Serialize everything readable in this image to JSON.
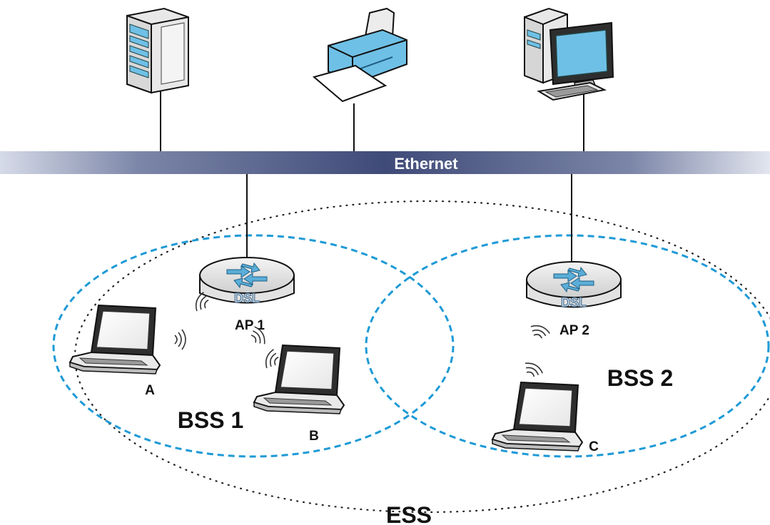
{
  "ethernet": {
    "label": "Ethernet"
  },
  "access_points": [
    {
      "label": "AP 1",
      "badge": "DSL"
    },
    {
      "label": "AP 2",
      "badge": "DSL"
    }
  ],
  "clients": [
    {
      "label": "A"
    },
    {
      "label": "B"
    },
    {
      "label": "C"
    }
  ],
  "bss": [
    {
      "label": "BSS 1"
    },
    {
      "label": "BSS 2"
    }
  ],
  "ess": {
    "label": "ESS"
  },
  "colors": {
    "bss_outline": "#1e9ad6",
    "ethernet_band": "#4c5a8a",
    "device_blue": "#6fc0e6",
    "ess_outline": "#222222"
  },
  "icons": [
    "server-icon",
    "printer-icon",
    "desktop-computer-icon",
    "router-icon",
    "laptop-icon",
    "wireless-signal-icon"
  ]
}
